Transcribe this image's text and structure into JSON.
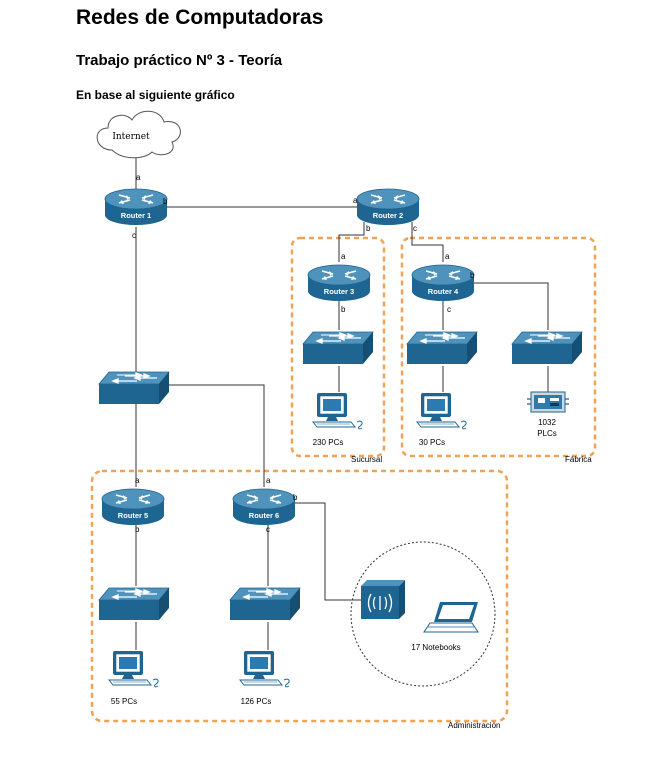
{
  "title": "Redes de Computadoras",
  "subtitle": "Trabajo práctico Nº 3 - Teoría",
  "intro": "En base al siguiente gráfico",
  "cloud": "Internet",
  "routers": {
    "r1": "Router 1",
    "r2": "Router 2",
    "r3": "Router 3",
    "r4": "Router 4",
    "r5": "Router 5",
    "r6": "Router 6"
  },
  "ports": {
    "a": "a",
    "b": "b",
    "c": "c"
  },
  "hosts": {
    "sucursal_pcs": "230 PCs",
    "fab_pcs": "30 PCs",
    "plcs_count": "1032",
    "plcs_label": "PLCs",
    "r5_pcs": "55 PCs",
    "r6_pcs": "126 PCs",
    "notebooks": "17 Notebooks"
  },
  "zones": {
    "sucursal": "Sucursal",
    "fabrica": "Fábrica",
    "administracion": "Administración"
  },
  "colors": {
    "device": "#1e6591",
    "device_top": "#4f93bd",
    "zone_border": "#f0a257"
  }
}
